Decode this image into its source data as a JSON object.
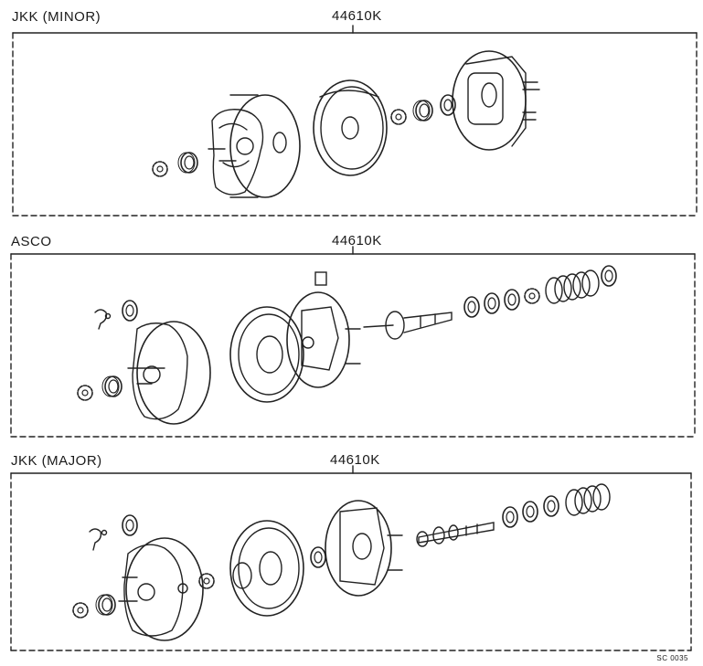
{
  "sections": [
    {
      "label": "JKK (MINOR)",
      "part_code": "44610K"
    },
    {
      "label": "ASCO",
      "part_code": "44610K"
    },
    {
      "label": "JKK (MAJOR)",
      "part_code": "44610K"
    }
  ],
  "footer_code": "SC 0035"
}
